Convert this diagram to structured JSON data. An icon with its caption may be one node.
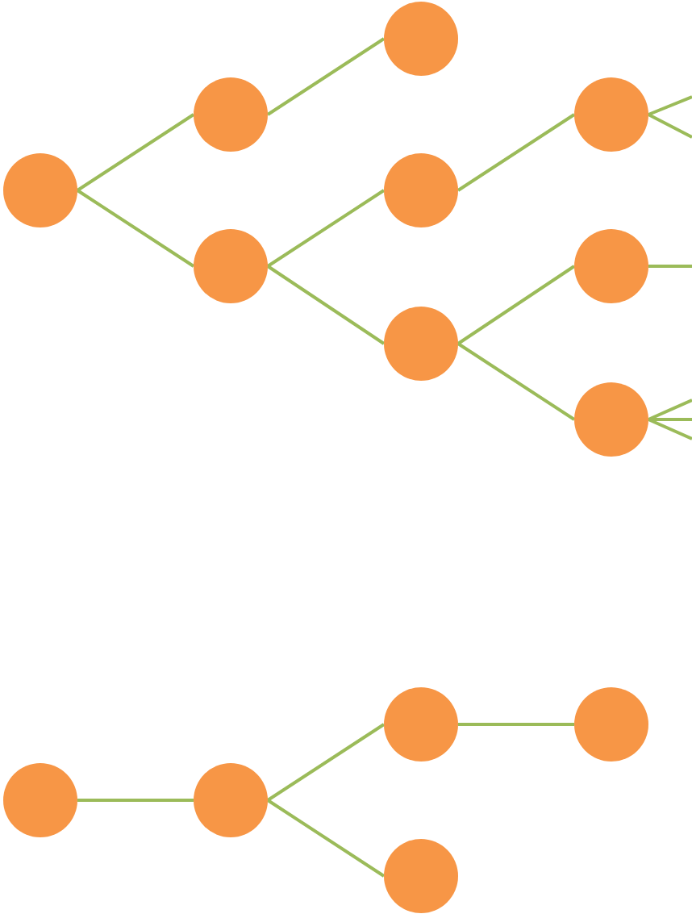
{
  "diagram": {
    "nodes": [
      {
        "text": [],
        "shape": "circle"
      },
      {
        "text": [],
        "shape": "circle"
      },
      {
        "text": [],
        "shape": "circle"
      },
      {
        "text": [],
        "shape": "circle"
      },
      {
        "text": [],
        "shape": "circle"
      },
      {
        "text": [],
        "shape": "circle"
      },
      {
        "text": [],
        "shape": "circle"
      },
      {
        "text": [],
        "shape": "circle"
      },
      {
        "text": [],
        "shape": "circle"
      },
      {
        "text": [],
        "shape": "circle"
      },
      {
        "text": [],
        "shape": "circle"
      },
      {
        "text": [],
        "shape": "circle"
      },
      {
        "text": [],
        "shape": "circle"
      },
      {
        "text": [],
        "shape": "circle"
      }
    ],
    "edges": [
      {
        "from": 0,
        "to": 1,
        "arrow": "none"
      },
      {
        "from": 0,
        "to": 2,
        "arrow": "none"
      },
      {
        "from": 1,
        "to": 3,
        "arrow": "none"
      },
      {
        "from": 2,
        "to": 4,
        "arrow": "none"
      },
      {
        "from": 2,
        "to": 5,
        "arrow": "none"
      },
      {
        "from": 4,
        "to": 6,
        "arrow": "none"
      },
      {
        "from": 5,
        "to": 7,
        "arrow": "none"
      },
      {
        "from": 5,
        "to": 8,
        "arrow": "none"
      },
      {
        "from": 6,
        "to": null,
        "arrow": "none"
      },
      {
        "from": 6,
        "to": null,
        "arrow": "none"
      },
      {
        "from": 7,
        "to": null,
        "arrow": "none"
      },
      {
        "from": 8,
        "to": null,
        "arrow": "none"
      },
      {
        "from": 8,
        "to": null,
        "arrow": "none"
      },
      {
        "from": 8,
        "to": null,
        "arrow": "none"
      },
      {
        "from": 9,
        "to": 10,
        "arrow": "none"
      },
      {
        "from": 10,
        "to": 11,
        "arrow": "none"
      },
      {
        "from": 10,
        "to": 12,
        "arrow": "none"
      },
      {
        "from": 11,
        "to": 13,
        "arrow": "none"
      }
    ]
  }
}
